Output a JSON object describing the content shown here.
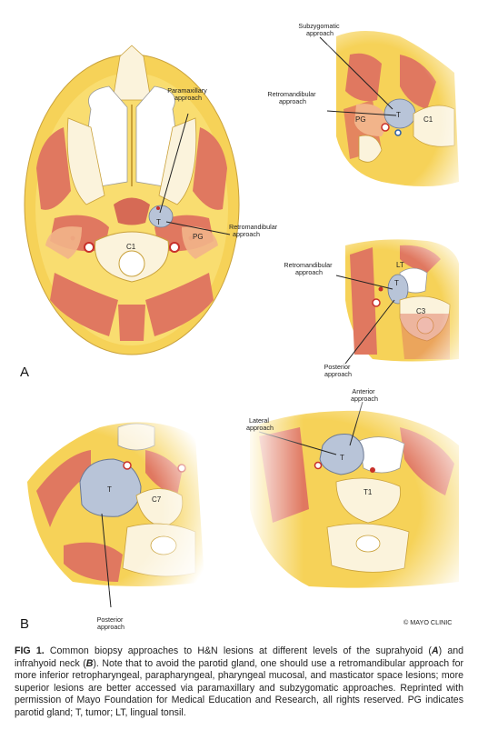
{
  "figure": {
    "panel_a": {
      "letter": "A",
      "axial": {
        "approach_1": [
          "Paramaxillary",
          "approach"
        ],
        "approach_2": [
          "Retromandibular",
          "approach"
        ],
        "tumor": "T",
        "vertebra": "C1",
        "gland": "PG"
      },
      "upper_right": {
        "approach_1": [
          "Subzygomatic",
          "approach"
        ],
        "approach_2": [
          "Retromandibular",
          "approach"
        ],
        "tumor": "T",
        "gland": "PG",
        "vertebra": "C1"
      },
      "lower_right": {
        "approach_1": [
          "Retromandibular",
          "approach"
        ],
        "approach_2": [
          "Posterior",
          "approach"
        ],
        "tumor": "T",
        "tonsil": "LT",
        "vertebra": "C3"
      }
    },
    "panel_b": {
      "letter": "B",
      "left": {
        "approach": [
          "Posterior",
          "approach"
        ],
        "tumor": "T",
        "vertebra": "C7"
      },
      "right": {
        "approach_1": [
          "Anterior",
          "approach"
        ],
        "approach_2": [
          "Lateral",
          "approach"
        ],
        "tumor": "T",
        "vertebra": "T1"
      }
    },
    "copyright": "© MAYO CLINIC"
  },
  "caption": {
    "label": "FIG 1.",
    "part1": " Common biopsy approaches to H&N lesions at different levels of the suprahyoid (",
    "ref_a": "A",
    "part2": ") and infrahyoid neck (",
    "ref_b": "B",
    "part3": "). Note that to avoid the parotid gland, one should use a retromandibular approach for more inferior retropharyngeal, parapharyngeal, pharyngeal mucosal, and masticator space lesions; more superior lesions are better accessed via paramaxillary and subzygomatic approaches. Reprinted with permission of Mayo Foundation for Medical Education and Research, all rights reserved. PG indicates parotid gland; T, tumor; LT, lingual tonsil."
  },
  "colors": {
    "fat": "#f6d258",
    "muscle": "#e07860",
    "bone": "#fbf3dc",
    "tumor": "#b8c4d8",
    "vessel_red": "#c8302a",
    "text": "#222222"
  }
}
